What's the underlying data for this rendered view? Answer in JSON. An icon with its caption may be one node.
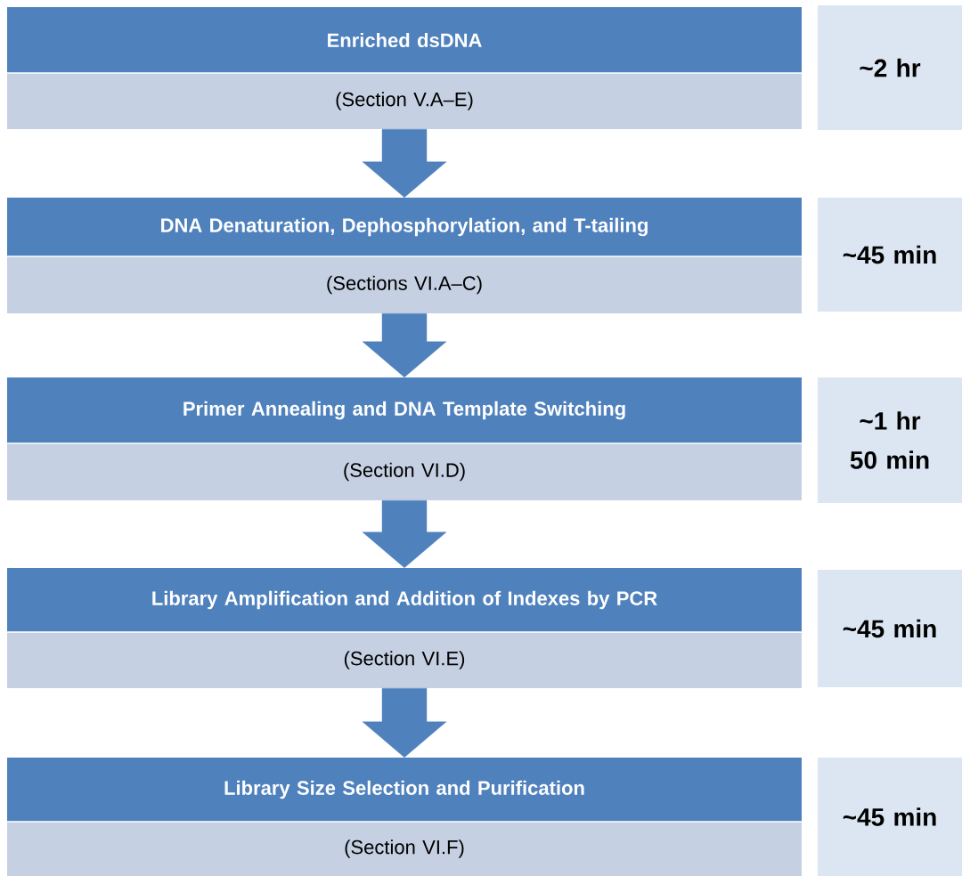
{
  "diagram": {
    "nodes": [
      {
        "text": [
          "Enriched dsDNA",
          "(Section V.A–E)"
        ]
      },
      {
        "text": [
          "~2 hr"
        ]
      },
      {
        "text": [
          "DNA Denaturation, Dephosphorylation, and T-tailing",
          "(Sections VI.A–C)"
        ]
      },
      {
        "text": [
          "~45 min"
        ]
      },
      {
        "text": [
          "Primer Annealing and DNA Template Switching",
          "(Section VI.D)"
        ]
      },
      {
        "text": [
          "~1 hr 50 min"
        ]
      },
      {
        "text": [
          "Library Amplification and Addition of Indexes by PCR",
          "(Section VI.E)"
        ]
      },
      {
        "text": [
          "~45 min"
        ]
      },
      {
        "text": [
          "Library Size Selection and Purification",
          "(Section VI.F)"
        ]
      },
      {
        "text": [
          "~45 min"
        ]
      }
    ],
    "edges": [
      {
        "from": 0,
        "to": 2,
        "arrow": "to"
      },
      {
        "from": 2,
        "to": 4,
        "arrow": "to"
      },
      {
        "from": 4,
        "to": 6,
        "arrow": "to"
      },
      {
        "from": 6,
        "to": 8,
        "arrow": "to"
      }
    ]
  }
}
